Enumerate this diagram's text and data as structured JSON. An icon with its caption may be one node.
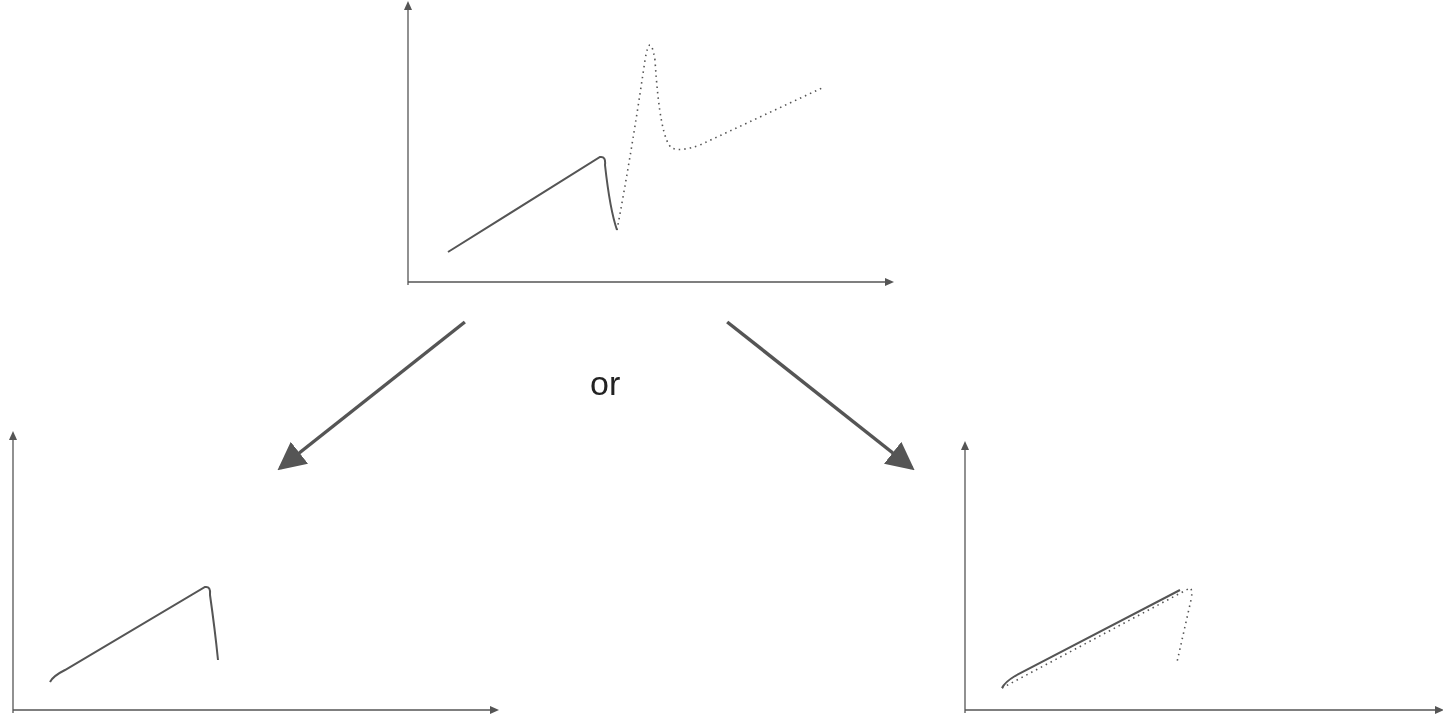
{
  "diagram": {
    "nodes": [
      {
        "text": [],
        "shape": "picture"
      },
      {
        "text": [],
        "shape": "picture"
      },
      {
        "text": [],
        "shape": "picture"
      }
    ],
    "edges": [
      {
        "from": 0,
        "to": 1,
        "arrow": "to"
      },
      {
        "from": 0,
        "to": 2,
        "arrow": "to"
      }
    ],
    "labels": [
      "or"
    ]
  }
}
